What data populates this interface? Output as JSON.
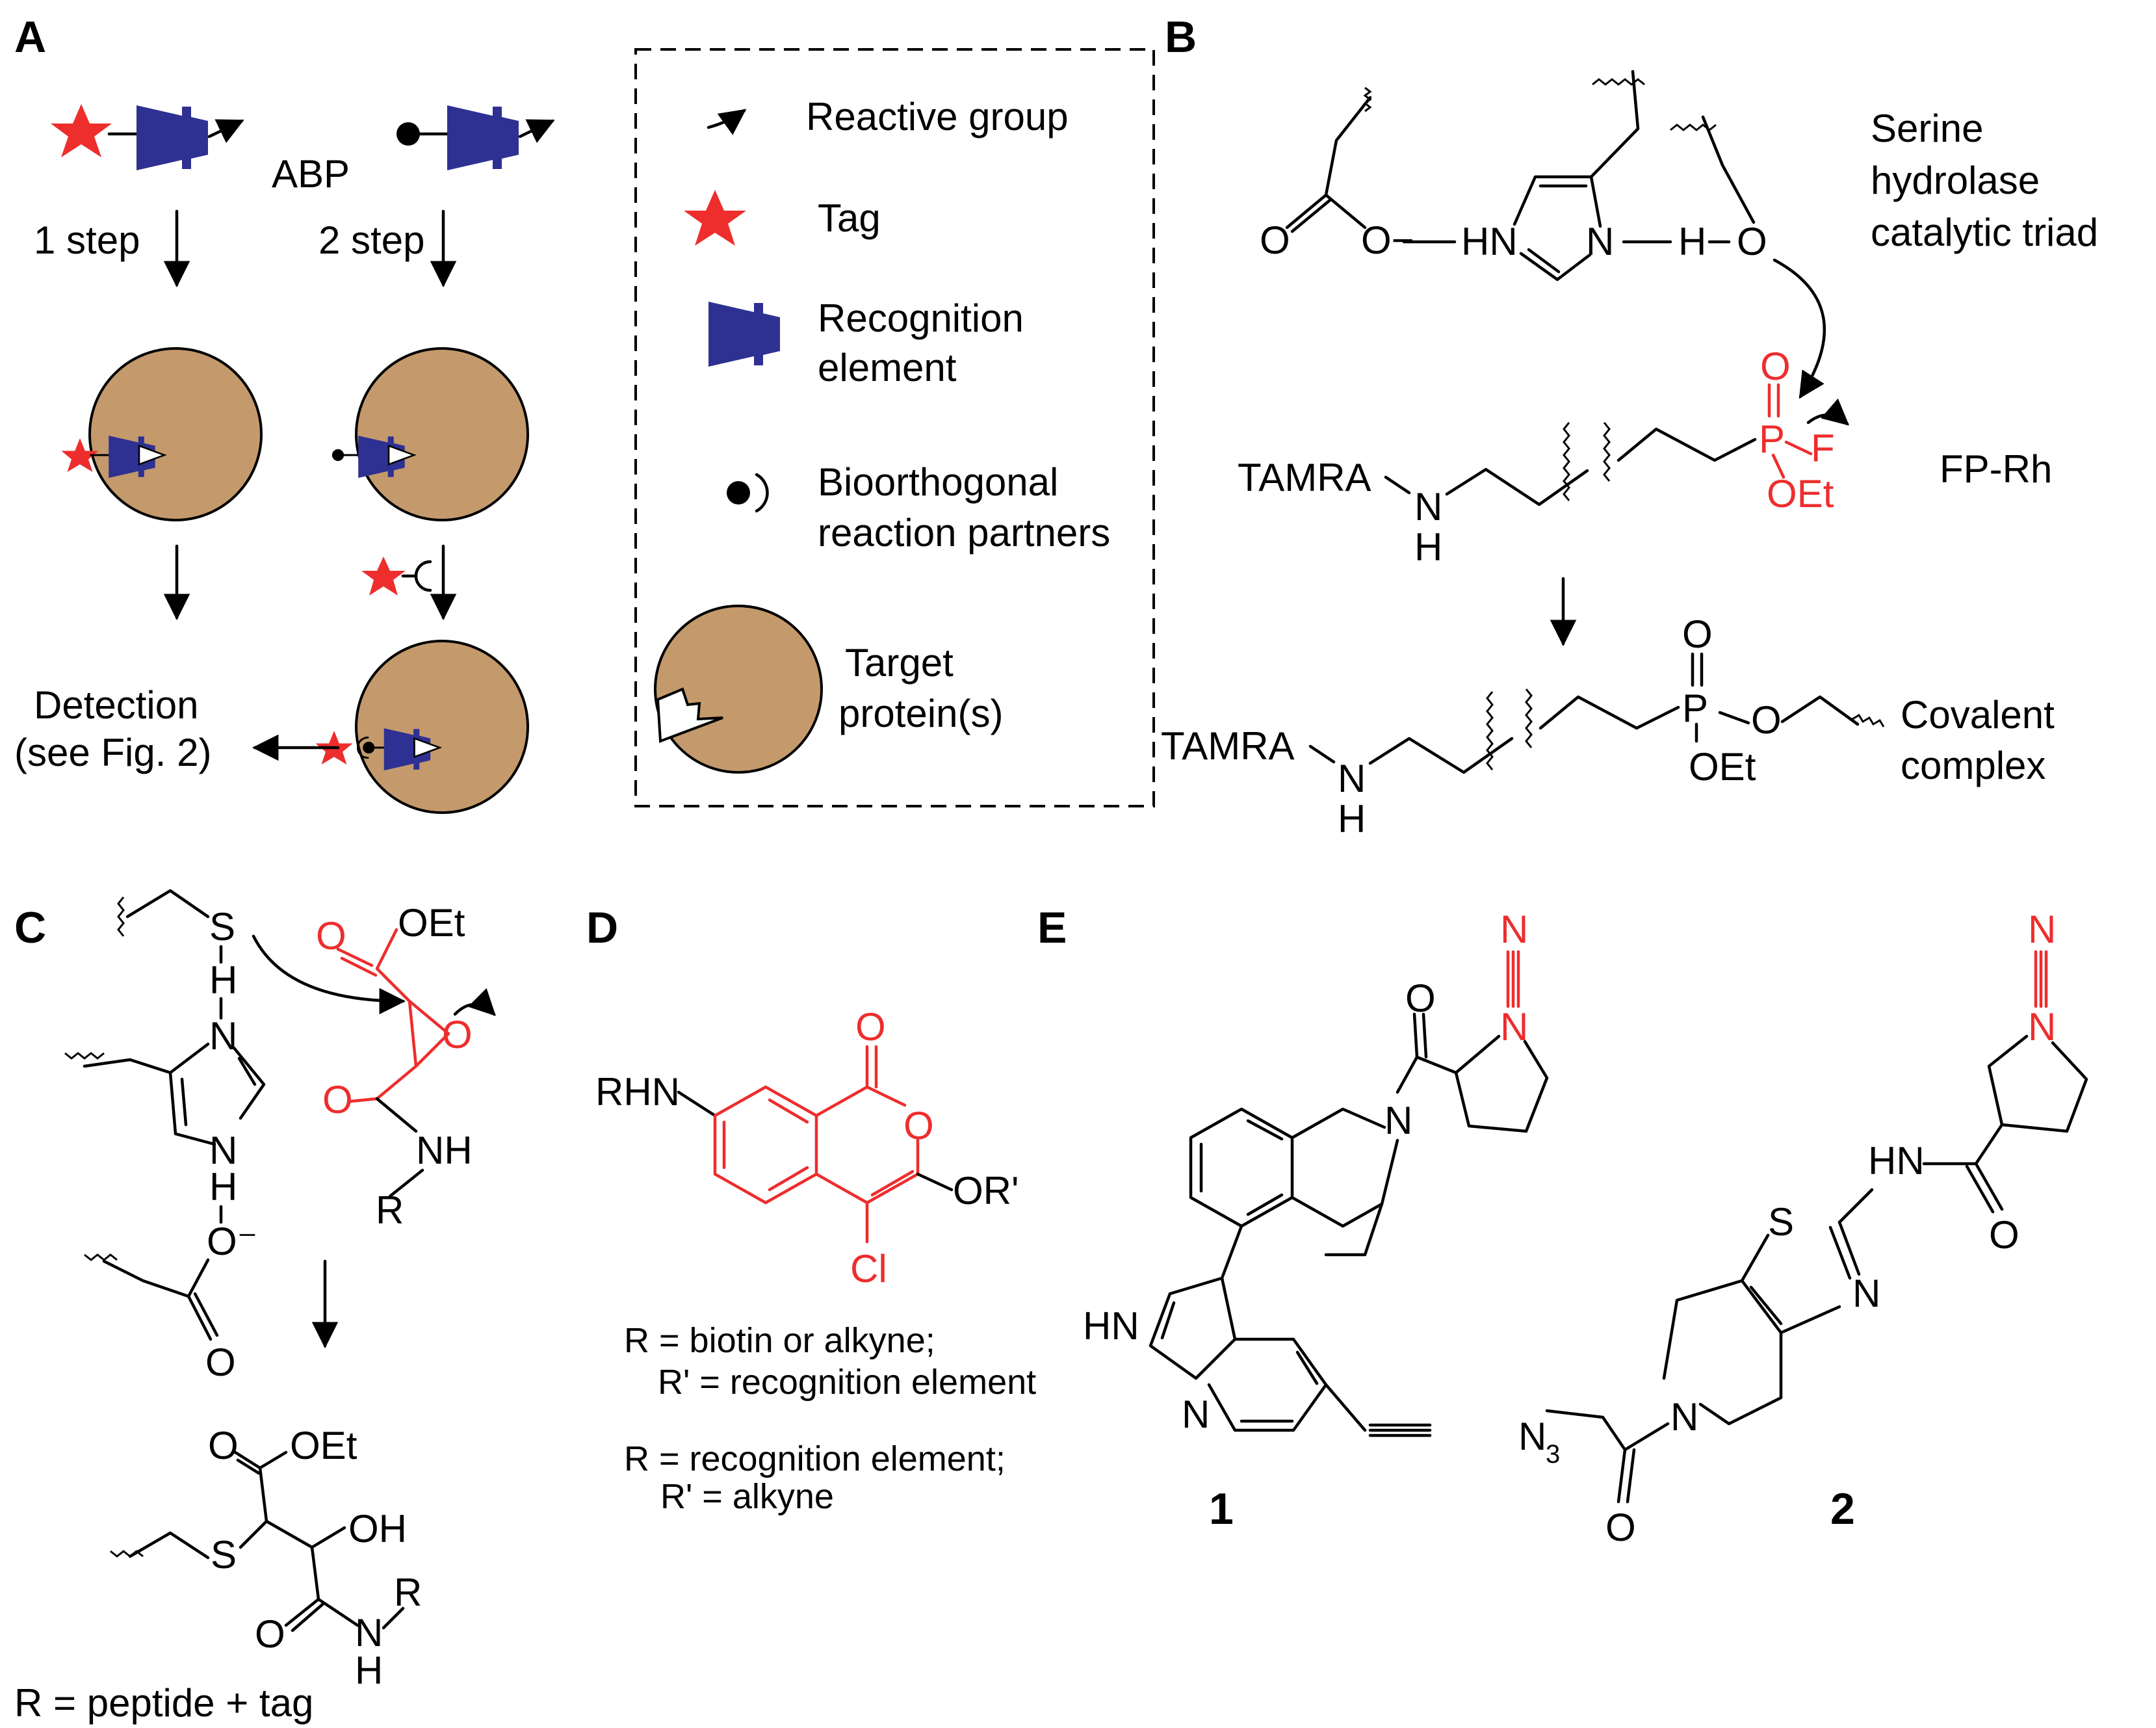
{
  "panels": {
    "a": "A",
    "b": "B",
    "c": "C",
    "d": "D",
    "e": "E"
  },
  "panelA": {
    "abp": "ABP",
    "step1": "1 step",
    "step2": "2 step",
    "detection_line1": "Detection",
    "detection_line2": "(see Fig. 2)"
  },
  "legend": {
    "reactive_group": "Reactive group",
    "tag": "Tag",
    "recognition_line1": "Recognition",
    "recognition_line2": "element",
    "bioorthogonal_line1": "Bioorthogonal",
    "bioorthogonal_line2": "reaction partners",
    "target_line1": "Target",
    "target_line2": "protein(s)"
  },
  "panelB": {
    "triad_line1": "Serine",
    "triad_line2": "hydrolase",
    "triad_line3": "catalytic triad",
    "probe_name": "FP-Rh",
    "tamra": "TAMRA",
    "covalent_line1": "Covalent",
    "covalent_line2": "complex",
    "atoms": {
      "O": "O",
      "O_minus": "O−",
      "HN": "HN",
      "N": "N",
      "H": "H",
      "P": "P",
      "F": "F",
      "OEt": "OEt",
      "NH_H": "H"
    }
  },
  "panelC": {
    "footnote": "R = peptide + tag",
    "atoms": {
      "S": "S",
      "H": "H",
      "N": "N",
      "O_minus": "O⁻",
      "O": "O",
      "OEt": "OEt",
      "NH": "NH",
      "R": "R",
      "OH": "OH"
    }
  },
  "panelD": {
    "rhn": "RHN",
    "or": "OR'",
    "cl": "Cl",
    "o": "O",
    "note1_line1": "R = biotin or alkyne;",
    "note1_line2": "R' = recognition element",
    "note2_line1": "R = recognition element;",
    "note2_line2": "R' = alkyne"
  },
  "panelE": {
    "compound1": "1",
    "compound2": "2",
    "atoms": {
      "N": "N",
      "O": "O",
      "HN": "HN",
      "S": "S",
      "N3": "N"
    }
  },
  "colors": {
    "tag_red": "#ee2d2d",
    "recognition_blue": "#2e3192",
    "protein_tan": "#c49a6c",
    "highlight_red": "#ee2d2d"
  }
}
